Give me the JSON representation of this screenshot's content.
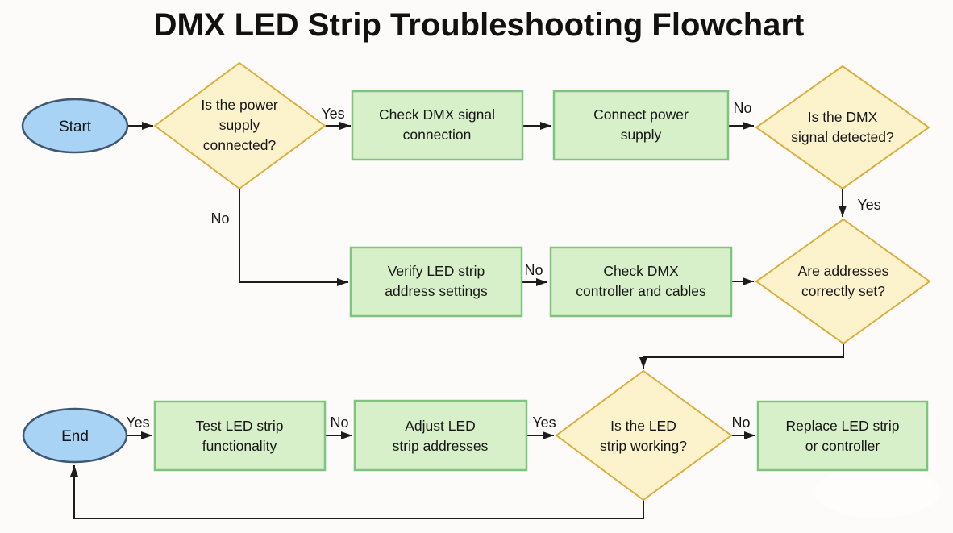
{
  "title": "DMX LED Strip Troubleshooting Flowchart",
  "colors": {
    "background": "#fcfbf9",
    "process_fill": "#d8f0c9",
    "process_stroke": "#7ec47e",
    "decision_fill": "#fcf2cc",
    "decision_stroke": "#dcae3c",
    "terminator_fill": "#a8d3f4",
    "terminator_stroke": "#3e5871",
    "arrow": "#1c1c1c"
  },
  "nodes": {
    "start": {
      "type": "terminator",
      "label": "Start"
    },
    "power_connected": {
      "type": "decision",
      "label": "Is the power supply connected?",
      "lines": [
        "Is the power",
        "supply",
        "connected?"
      ]
    },
    "check_signal": {
      "type": "process",
      "label": "Check DMX signal connection",
      "lines": [
        "Check DMX signal",
        "connection"
      ]
    },
    "connect_power": {
      "type": "process",
      "label": "Connect power supply",
      "lines": [
        "Connect power",
        "supply"
      ]
    },
    "signal_detected": {
      "type": "decision",
      "label": "Is the DMX signal detected?",
      "lines": [
        "Is the DMX",
        "signal detected?"
      ]
    },
    "verify_address": {
      "type": "process",
      "label": "Verify LED strip address settings",
      "lines": [
        "Verify LED strip",
        "address settings"
      ]
    },
    "check_controller": {
      "type": "process",
      "label": "Check DMX controller and cables",
      "lines": [
        "Check DMX",
        "controller and cables"
      ]
    },
    "addresses_set": {
      "type": "decision",
      "label": "Are addresses correctly set?",
      "lines": [
        "Are addresses",
        "correctly set?"
      ]
    },
    "test_strip": {
      "type": "process",
      "label": "Test LED strip functionality",
      "lines": [
        "Test LED strip",
        "functionality"
      ]
    },
    "adjust_addresses": {
      "type": "process",
      "label": "Adjust LED strip addresses",
      "lines": [
        "Adjust LED",
        "strip addresses"
      ]
    },
    "strip_working": {
      "type": "decision",
      "label": "Is the LED strip working?",
      "lines": [
        "Is the LED",
        "strip working?"
      ]
    },
    "replace_strip": {
      "type": "process",
      "label": "Replace LED strip or controller",
      "lines": [
        "Replace LED strip",
        "or controller"
      ]
    },
    "end": {
      "type": "terminator",
      "label": "End"
    }
  },
  "edge_labels": {
    "power_yes": "Yes",
    "power_no": "No",
    "connect_no": "No",
    "signal_yes": "Yes",
    "verify_no": "No",
    "end_yes": "Yes",
    "test_no": "No",
    "adjust_yes": "Yes",
    "working_no": "No"
  }
}
